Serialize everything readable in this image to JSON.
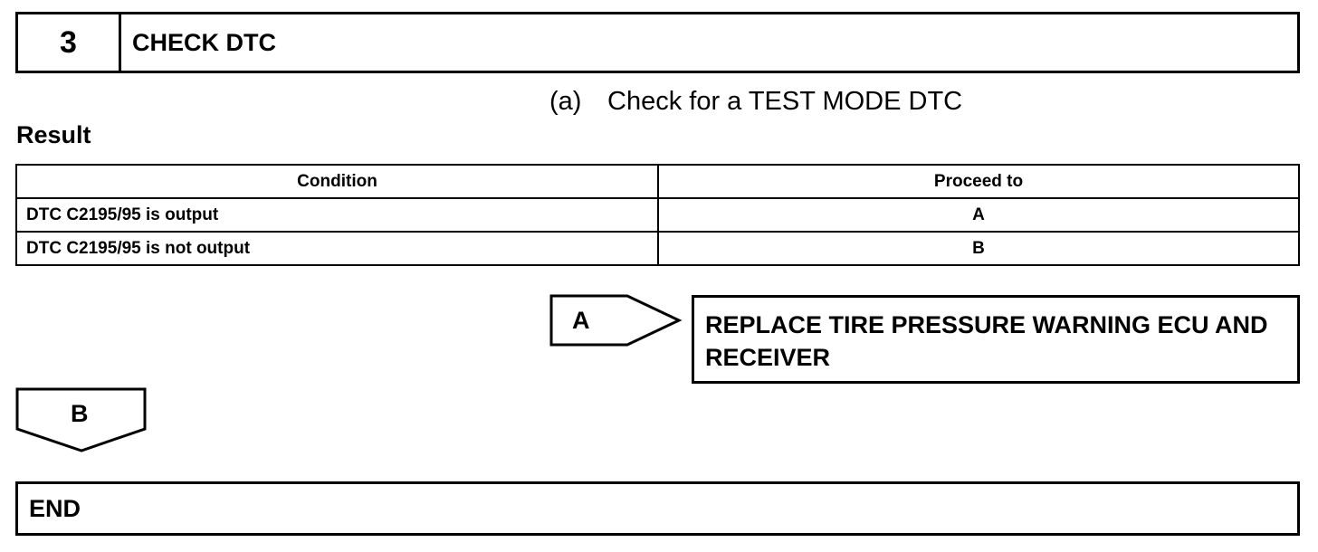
{
  "step": {
    "number": "3",
    "title": "CHECK DTC"
  },
  "instruction": {
    "label": "(a)",
    "text": "Check for a TEST MODE DTC"
  },
  "result": {
    "heading": "Result",
    "columns": [
      "Condition",
      "Proceed to"
    ],
    "rows": [
      {
        "condition": "DTC C2195/95 is output",
        "proceed": "A"
      },
      {
        "condition": "DTC C2195/95 is not output",
        "proceed": "B"
      }
    ]
  },
  "flow": {
    "branch_a": {
      "label": "A",
      "action": "REPLACE TIRE PRESSURE WARNING ECU AND RECEIVER"
    },
    "branch_b": {
      "label": "B"
    },
    "end": "END"
  }
}
